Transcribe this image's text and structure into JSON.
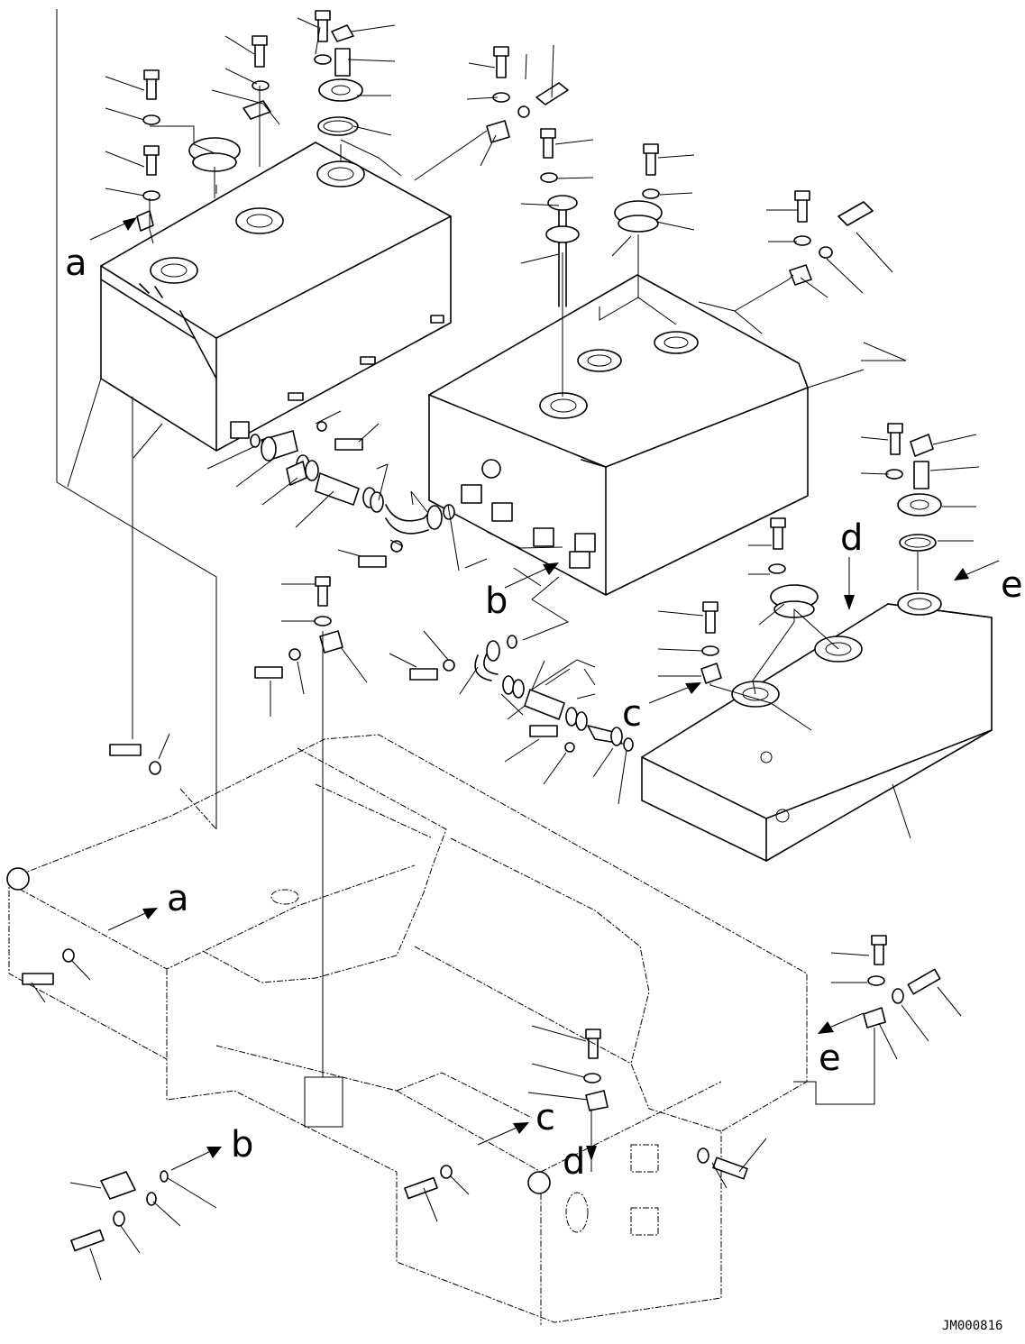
{
  "figure": {
    "drawing_code": "JM000816",
    "view_labels": [
      "a",
      "b",
      "c",
      "d",
      "e"
    ]
  }
}
